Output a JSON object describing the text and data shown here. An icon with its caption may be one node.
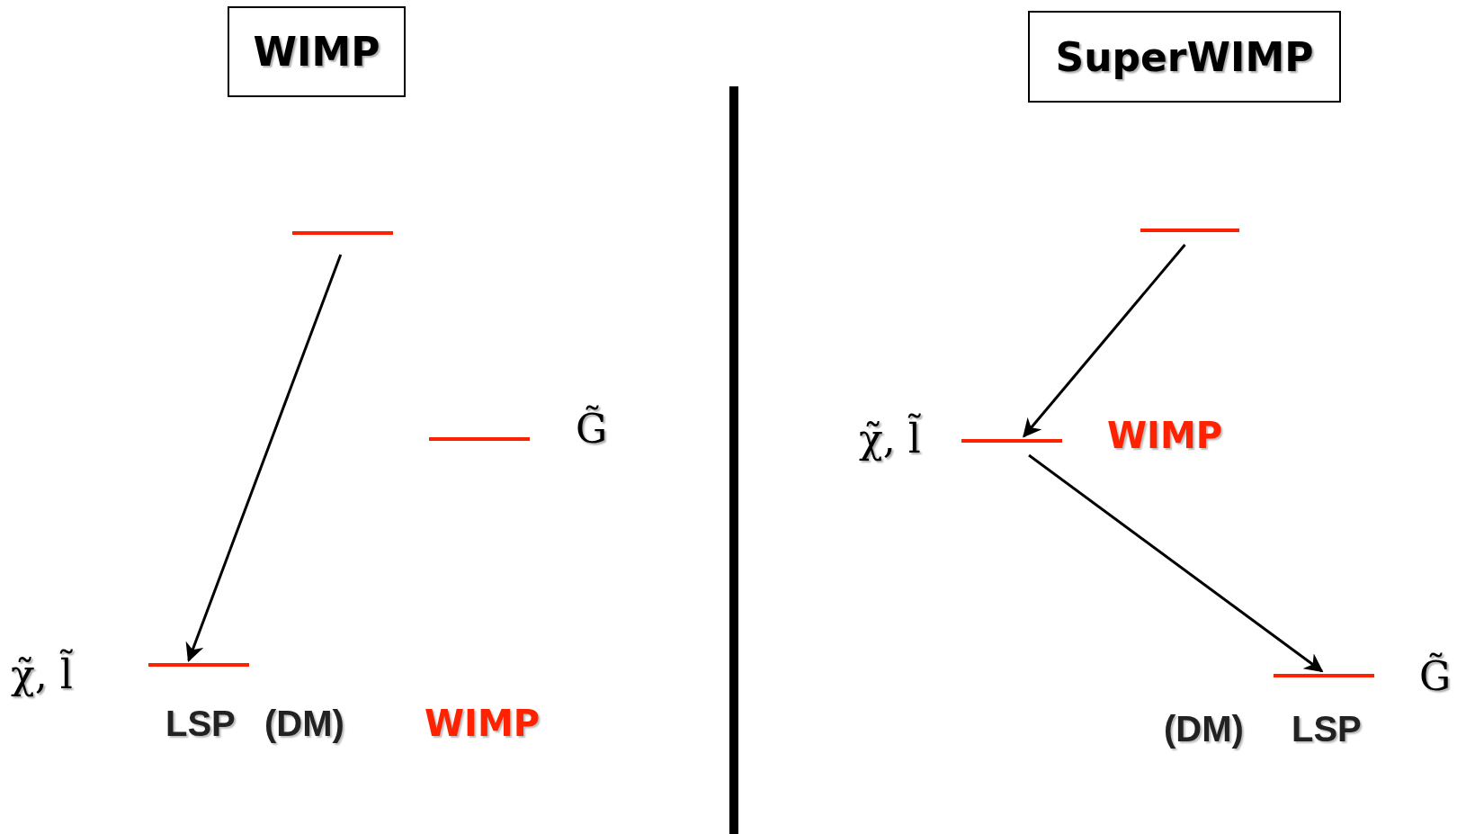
{
  "diagram": {
    "nodes": [
      {
        "text": [
          "WIMP"
        ]
      },
      {
        "text": [
          "SuperWIMP"
        ]
      },
      {
        "text": [],
        "shape": "bar"
      },
      {
        "text": [],
        "shape": "bar",
        "beside": [
          "G̃"
        ]
      },
      {
        "text": [],
        "shape": "bar",
        "beside": [
          "χ̃, l̃"
        ]
      },
      {
        "text": [],
        "shape": "bar"
      },
      {
        "text": [],
        "shape": "bar",
        "beside": [
          "χ̃, l̃"
        ]
      },
      {
        "text": [],
        "shape": "bar",
        "beside": [
          "G̃"
        ]
      }
    ],
    "edges": [
      {
        "from": 2,
        "to": 4,
        "arrow": "to"
      },
      {
        "from": 5,
        "to": 6,
        "arrow": "to"
      },
      {
        "from": 6,
        "to": 7,
        "arrow": "to"
      }
    ],
    "labels": [
      "LSP",
      "(DM)",
      "WIMP",
      "WIMP",
      "(DM)",
      "LSP"
    ]
  }
}
